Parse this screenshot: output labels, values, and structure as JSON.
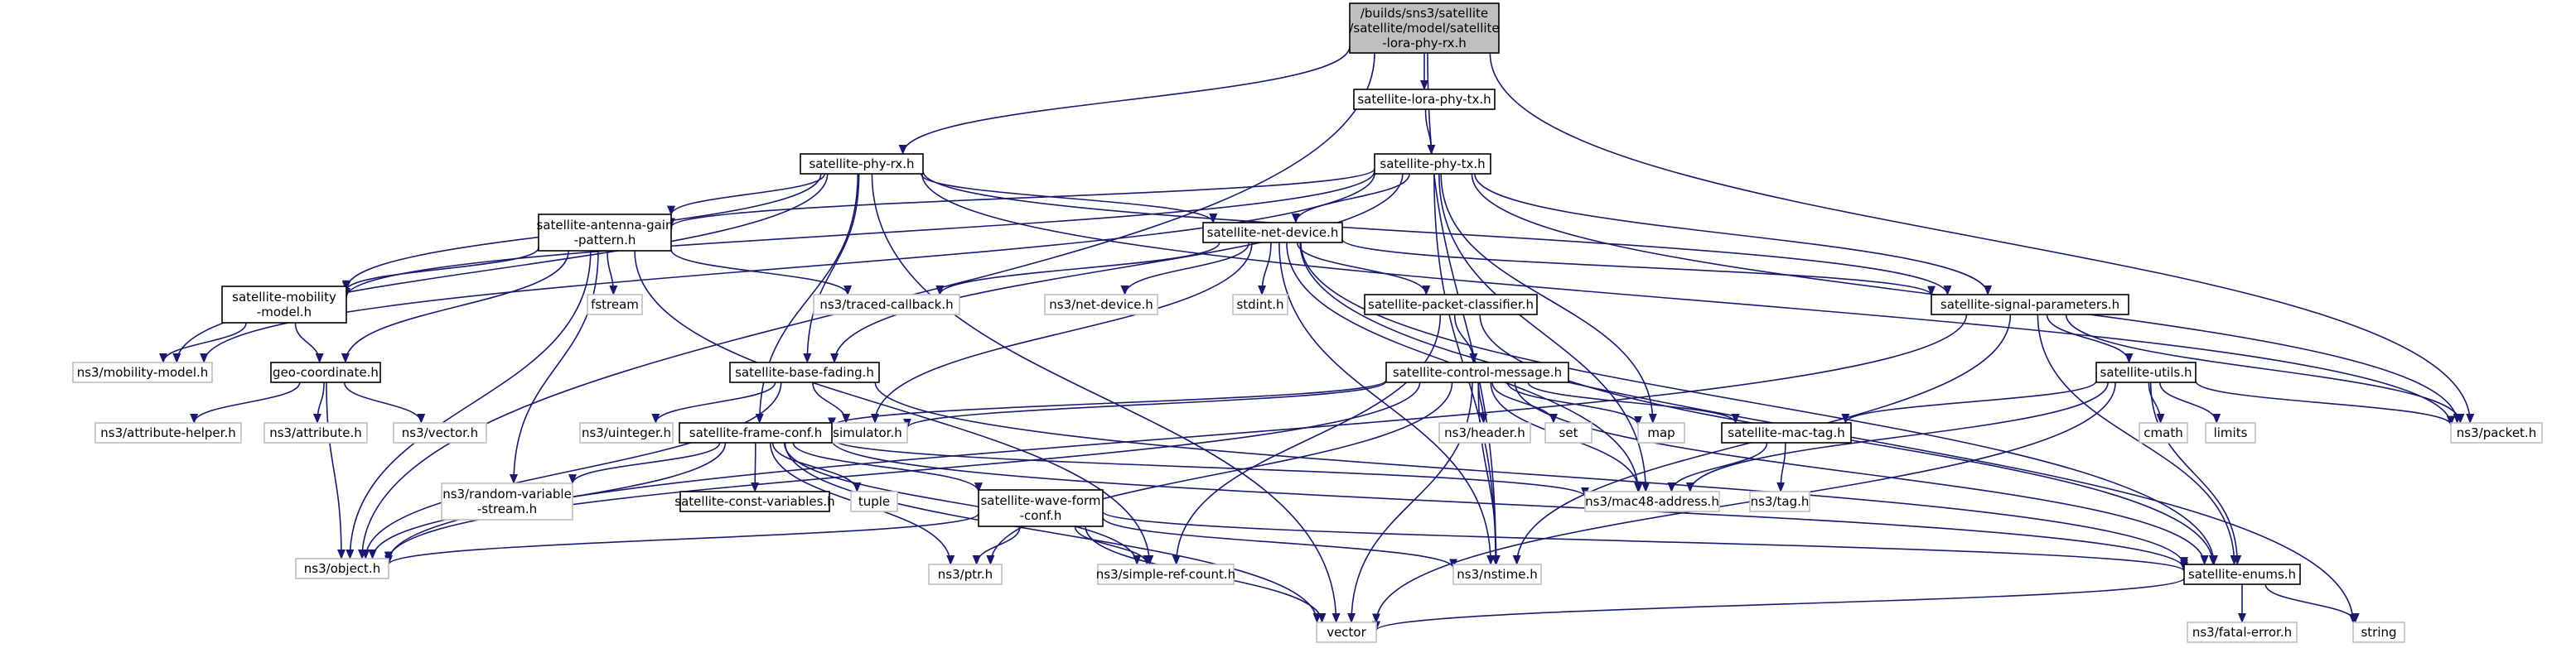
{
  "colors": {
    "edge": "#191970",
    "header_border": "#000000",
    "external_border": "#bfbfbf",
    "root_fill": "#bfbfbf",
    "background": "#ffffff"
  },
  "nodes": [
    {
      "id": "root",
      "kind": "root",
      "lines": [
        "/builds/sns3/satellite",
        "/satellite/model/satellite",
        "-lora-phy-rx.h"
      ]
    },
    {
      "id": "lora_phy_tx",
      "kind": "header",
      "lines": [
        "satellite-lora-phy-tx.h"
      ]
    },
    {
      "id": "phy_rx",
      "kind": "header",
      "lines": [
        "satellite-phy-rx.h"
      ]
    },
    {
      "id": "phy_tx",
      "kind": "header",
      "lines": [
        "satellite-phy-tx.h"
      ]
    },
    {
      "id": "antenna",
      "kind": "header",
      "lines": [
        "satellite-antenna-gain",
        "-pattern.h"
      ]
    },
    {
      "id": "net_device",
      "kind": "header",
      "lines": [
        "satellite-net-device.h"
      ]
    },
    {
      "id": "mobility",
      "kind": "header",
      "lines": [
        "satellite-mobility",
        "-model.h"
      ]
    },
    {
      "id": "fstream",
      "kind": "external",
      "lines": [
        "fstream"
      ]
    },
    {
      "id": "traced_cb",
      "kind": "external",
      "lines": [
        "ns3/traced-callback.h"
      ]
    },
    {
      "id": "netdev_ext",
      "kind": "external",
      "lines": [
        "ns3/net-device.h"
      ]
    },
    {
      "id": "stdint",
      "kind": "external",
      "lines": [
        "stdint.h"
      ]
    },
    {
      "id": "pkt_classifier",
      "kind": "header",
      "lines": [
        "satellite-packet-classifier.h"
      ]
    },
    {
      "id": "signal_params",
      "kind": "header",
      "lines": [
        "satellite-signal-parameters.h"
      ]
    },
    {
      "id": "mobility_ext",
      "kind": "external",
      "lines": [
        "ns3/mobility-model.h"
      ]
    },
    {
      "id": "geo",
      "kind": "header",
      "lines": [
        "geo-coordinate.h"
      ]
    },
    {
      "id": "base_fading",
      "kind": "header",
      "lines": [
        "satellite-base-fading.h"
      ]
    },
    {
      "id": "ctrl_msg",
      "kind": "header",
      "lines": [
        "satellite-control-message.h"
      ]
    },
    {
      "id": "utils",
      "kind": "header",
      "lines": [
        "satellite-utils.h"
      ]
    },
    {
      "id": "attr_helper",
      "kind": "external",
      "lines": [
        "ns3/attribute-helper.h"
      ]
    },
    {
      "id": "attribute",
      "kind": "external",
      "lines": [
        "ns3/attribute.h"
      ]
    },
    {
      "id": "vector_ext",
      "kind": "external",
      "lines": [
        "ns3/vector.h"
      ]
    },
    {
      "id": "uinteger",
      "kind": "external",
      "lines": [
        "ns3/uinteger.h"
      ]
    },
    {
      "id": "simulator",
      "kind": "external",
      "lines": [
        "ns3/simulator.h"
      ]
    },
    {
      "id": "header_ext",
      "kind": "external",
      "lines": [
        "ns3/header.h"
      ]
    },
    {
      "id": "set",
      "kind": "external",
      "lines": [
        "set"
      ]
    },
    {
      "id": "map",
      "kind": "external",
      "lines": [
        "map"
      ]
    },
    {
      "id": "mac_tag",
      "kind": "header",
      "lines": [
        "satellite-mac-tag.h"
      ]
    },
    {
      "id": "cmath",
      "kind": "external",
      "lines": [
        "cmath"
      ]
    },
    {
      "id": "limits",
      "kind": "external",
      "lines": [
        "limits"
      ]
    },
    {
      "id": "packet",
      "kind": "external",
      "lines": [
        "ns3/packet.h"
      ]
    },
    {
      "id": "frame_conf",
      "kind": "header",
      "lines": [
        "satellite-frame-conf.h"
      ]
    },
    {
      "id": "random_var",
      "kind": "external",
      "lines": [
        "ns3/random-variable",
        "-stream.h"
      ]
    },
    {
      "id": "const_vars",
      "kind": "header",
      "lines": [
        "satellite-const-variables.h"
      ]
    },
    {
      "id": "tuple",
      "kind": "external",
      "lines": [
        "tuple"
      ]
    },
    {
      "id": "wave_form",
      "kind": "header",
      "lines": [
        "satellite-wave-form",
        "-conf.h"
      ]
    },
    {
      "id": "mac48",
      "kind": "external",
      "lines": [
        "ns3/mac48-address.h"
      ]
    },
    {
      "id": "tag",
      "kind": "external",
      "lines": [
        "ns3/tag.h"
      ]
    },
    {
      "id": "object",
      "kind": "external",
      "lines": [
        "ns3/object.h"
      ]
    },
    {
      "id": "ptr",
      "kind": "external",
      "lines": [
        "ns3/ptr.h"
      ]
    },
    {
      "id": "simple_ref",
      "kind": "external",
      "lines": [
        "ns3/simple-ref-count.h"
      ]
    },
    {
      "id": "nstime",
      "kind": "external",
      "lines": [
        "ns3/nstime.h"
      ]
    },
    {
      "id": "enums",
      "kind": "header",
      "lines": [
        "satellite-enums.h"
      ]
    },
    {
      "id": "vector",
      "kind": "external",
      "lines": [
        "vector"
      ]
    },
    {
      "id": "fatal",
      "kind": "external",
      "lines": [
        "ns3/fatal-error.h"
      ]
    },
    {
      "id": "string",
      "kind": "external",
      "lines": [
        "string"
      ]
    }
  ],
  "edges": [
    [
      "root",
      "lora_phy_tx"
    ],
    [
      "root",
      "phy_rx"
    ],
    [
      "root",
      "object"
    ],
    [
      "root",
      "packet"
    ],
    [
      "root",
      "nstime"
    ],
    [
      "lora_phy_tx",
      "phy_tx"
    ],
    [
      "phy_rx",
      "antenna"
    ],
    [
      "phy_rx",
      "mobility"
    ],
    [
      "phy_rx",
      "mobility_ext"
    ],
    [
      "phy_rx",
      "net_device"
    ],
    [
      "phy_rx",
      "signal_params"
    ],
    [
      "phy_rx",
      "base_fading"
    ],
    [
      "phy_rx",
      "frame_conf"
    ],
    [
      "phy_rx",
      "packet"
    ],
    [
      "phy_rx",
      "vector"
    ],
    [
      "phy_tx",
      "antenna"
    ],
    [
      "phy_tx",
      "mobility"
    ],
    [
      "phy_tx",
      "mobility_ext"
    ],
    [
      "phy_tx",
      "net_device"
    ],
    [
      "phy_tx",
      "signal_params"
    ],
    [
      "phy_tx",
      "base_fading"
    ],
    [
      "phy_tx",
      "map"
    ],
    [
      "phy_tx",
      "mac48"
    ],
    [
      "phy_tx",
      "nstime"
    ],
    [
      "phy_tx",
      "packet"
    ],
    [
      "antenna",
      "mobility"
    ],
    [
      "antenna",
      "geo"
    ],
    [
      "antenna",
      "fstream"
    ],
    [
      "antenna",
      "traced_cb"
    ],
    [
      "antenna",
      "random_var"
    ],
    [
      "antenna",
      "object"
    ],
    [
      "antenna",
      "simple_ref"
    ],
    [
      "net_device",
      "traced_cb"
    ],
    [
      "net_device",
      "netdev_ext"
    ],
    [
      "net_device",
      "stdint"
    ],
    [
      "net_device",
      "pkt_classifier"
    ],
    [
      "net_device",
      "signal_params"
    ],
    [
      "net_device",
      "simulator"
    ],
    [
      "net_device",
      "mac48"
    ],
    [
      "net_device",
      "nstime"
    ],
    [
      "net_device",
      "enums"
    ],
    [
      "net_device",
      "string"
    ],
    [
      "mobility",
      "mobility_ext"
    ],
    [
      "mobility",
      "geo"
    ],
    [
      "geo",
      "attr_helper"
    ],
    [
      "geo",
      "attribute"
    ],
    [
      "geo",
      "vector_ext"
    ],
    [
      "geo",
      "object"
    ],
    [
      "pkt_classifier",
      "ctrl_msg"
    ],
    [
      "pkt_classifier",
      "simple_ref"
    ],
    [
      "pkt_classifier",
      "enums"
    ],
    [
      "signal_params",
      "utils"
    ],
    [
      "signal_params",
      "object"
    ],
    [
      "signal_params",
      "enums"
    ],
    [
      "signal_params",
      "nstime"
    ],
    [
      "signal_params",
      "packet"
    ],
    [
      "base_fading",
      "uinteger"
    ],
    [
      "base_fading",
      "simulator"
    ],
    [
      "base_fading",
      "object"
    ],
    [
      "base_fading",
      "enums"
    ],
    [
      "ctrl_msg",
      "header_ext"
    ],
    [
      "ctrl_msg",
      "set"
    ],
    [
      "ctrl_msg",
      "map"
    ],
    [
      "ctrl_msg",
      "mac_tag"
    ],
    [
      "ctrl_msg",
      "mac48"
    ],
    [
      "ctrl_msg",
      "simulator"
    ],
    [
      "ctrl_msg",
      "frame_conf"
    ],
    [
      "ctrl_msg",
      "ptr"
    ],
    [
      "ctrl_msg",
      "nstime"
    ],
    [
      "ctrl_msg",
      "vector"
    ],
    [
      "ctrl_msg",
      "enums"
    ],
    [
      "ctrl_msg",
      "object"
    ],
    [
      "utils",
      "cmath"
    ],
    [
      "utils",
      "limits"
    ],
    [
      "utils",
      "packet"
    ],
    [
      "utils",
      "mac_tag"
    ],
    [
      "utils",
      "mac48"
    ],
    [
      "utils",
      "enums"
    ],
    [
      "utils",
      "vector"
    ],
    [
      "mac_tag",
      "mac48"
    ],
    [
      "mac_tag",
      "tag"
    ],
    [
      "frame_conf",
      "random_var"
    ],
    [
      "frame_conf",
      "const_vars"
    ],
    [
      "frame_conf",
      "tuple"
    ],
    [
      "frame_conf",
      "wave_form"
    ],
    [
      "frame_conf",
      "ptr"
    ],
    [
      "frame_conf",
      "simple_ref"
    ],
    [
      "frame_conf",
      "enums"
    ],
    [
      "frame_conf",
      "vector"
    ],
    [
      "frame_conf",
      "mac48"
    ],
    [
      "frame_conf",
      "object"
    ],
    [
      "wave_form",
      "object"
    ],
    [
      "wave_form",
      "ptr"
    ],
    [
      "wave_form",
      "simple_ref"
    ],
    [
      "wave_form",
      "nstime"
    ],
    [
      "wave_form",
      "vector"
    ],
    [
      "wave_form",
      "enums"
    ],
    [
      "enums",
      "vector"
    ],
    [
      "enums",
      "fatal"
    ],
    [
      "enums",
      "string"
    ]
  ]
}
